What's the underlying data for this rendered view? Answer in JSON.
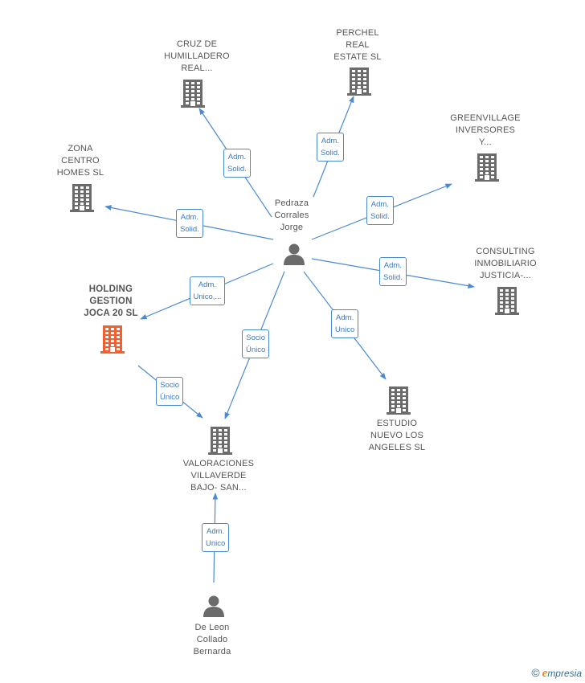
{
  "colors": {
    "edge": "#4a8ad4",
    "building": "#6b6b6b",
    "building_focus": "#f06030",
    "person": "#6b6b6b"
  },
  "nodes": [
    {
      "id": "pedraza",
      "type": "person",
      "label": [
        "Pedraza",
        "Corrales",
        "Jorge"
      ]
    },
    {
      "id": "cruz",
      "type": "company",
      "label": [
        "CRUZ DE",
        "HUMILLADERO",
        "REAL..."
      ]
    },
    {
      "id": "perchel",
      "type": "company",
      "label": [
        "PERCHEL",
        "REAL",
        "ESTATE  SL"
      ]
    },
    {
      "id": "greenvillage",
      "type": "company",
      "label": [
        "GREENVILLAGE",
        "INVERSORES",
        "Y..."
      ]
    },
    {
      "id": "zona",
      "type": "company",
      "label": [
        "ZONA",
        "CENTRO",
        "HOMES  SL"
      ]
    },
    {
      "id": "consulting",
      "type": "company",
      "label": [
        "CONSULTING",
        "INMOBILIARIO",
        "JUSTICIA-..."
      ]
    },
    {
      "id": "holding",
      "type": "company",
      "focus": true,
      "label": [
        "HOLDING",
        "GESTION",
        "JOCA 20  SL"
      ]
    },
    {
      "id": "estudio",
      "type": "company",
      "label": [
        "ESTUDIO",
        "NUEVO LOS",
        "ANGELES SL"
      ]
    },
    {
      "id": "valoraciones",
      "type": "company",
      "label": [
        "VALORACIONES",
        "VILLAVERDE",
        "BAJO- SAN..."
      ]
    },
    {
      "id": "deleon",
      "type": "person",
      "label": [
        "De Leon",
        "Collado",
        "Bernarda"
      ]
    }
  ],
  "edges": [
    {
      "from": "pedraza",
      "to": "cruz",
      "label": [
        "Adm.",
        "Solid."
      ]
    },
    {
      "from": "pedraza",
      "to": "perchel",
      "label": [
        "Adm.",
        "Solid."
      ]
    },
    {
      "from": "pedraza",
      "to": "greenvillage",
      "label": [
        "Adm.",
        "Solid."
      ]
    },
    {
      "from": "pedraza",
      "to": "zona",
      "label": [
        "Adm.",
        "Solid."
      ]
    },
    {
      "from": "pedraza",
      "to": "consulting",
      "label": [
        "Adm.",
        "Solid."
      ]
    },
    {
      "from": "pedraza",
      "to": "holding",
      "label": [
        "Adm.",
        "Unico,..."
      ]
    },
    {
      "from": "pedraza",
      "to": "estudio",
      "label": [
        "Adm.",
        "Unico"
      ]
    },
    {
      "from": "pedraza",
      "to": "valoraciones",
      "label": [
        "Socio",
        "Único"
      ]
    },
    {
      "from": "holding",
      "to": "valoraciones",
      "label": [
        "Socio",
        "Único"
      ]
    },
    {
      "from": "deleon",
      "to": "valoraciones",
      "label": [
        "Adm.",
        "Unico"
      ]
    }
  ],
  "footer": {
    "copyright": "©",
    "brand_initial": "e",
    "brand_rest": "mpresia"
  }
}
